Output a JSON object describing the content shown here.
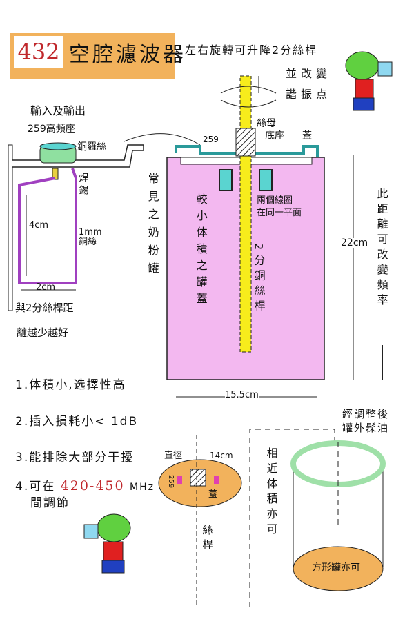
{
  "title": {
    "number": "432",
    "text": "空腔濾波器"
  },
  "colors": {
    "title_bg": "#f2b25c",
    "cavity": "#f3b8f0",
    "rod": "#f7ec1c",
    "coil": "#5ad4d0",
    "base": "#f2b25c",
    "accent_red": "#c0282c",
    "rim": "#9fe0a8"
  },
  "top_note": {
    "line1": "左右旋轉可升降2分絲桿",
    "line2": "並改變",
    "line3": "諧振点"
  },
  "left_detail": {
    "io_label": "輸入及輸出",
    "connector_label": "259高頻座",
    "screw_label": "銅羅絲",
    "solder_label": "焊錫",
    "height_label": "4cm",
    "wire_label": "1mm 銅絲",
    "width_label": "2cm",
    "distance_note_1": "與2分絲桿距",
    "distance_note_2": "離越少越好"
  },
  "cavity": {
    "nut_label": "絲母",
    "base_label": "底座",
    "lid_label": "蓋",
    "connector_label": "259",
    "coil_note_1": "兩個線圈",
    "coil_note_2": "在同一平面",
    "can_label": "常見之奶粉罐",
    "lid_note": "較小体積之罐蓋",
    "rod_label": "2分銅絲桿",
    "height_label": "22cm",
    "distance_note": "此距離可改變頻率",
    "width_label": "15.5cm"
  },
  "features": [
    {
      "text": "1.体積小,选擇性高"
    },
    {
      "text": "2.插入損耗小< 1dB"
    },
    {
      "text": "3.能排除大部分干擾"
    },
    {
      "prefix": "4.可在",
      "range": "420-450",
      "unit": "MHz",
      "line2": "間調節"
    }
  ],
  "top_view": {
    "diameter_label": "直徑",
    "diameter_value": "14cm",
    "connector_label": "259",
    "lid_label": "蓋",
    "rod_label": "絲桿"
  },
  "alt_can": {
    "similar_note": "相近体積亦可",
    "paint_note_1": "經調整後",
    "paint_note_2": "罐外髹油",
    "square_note": "方形罐亦可"
  }
}
